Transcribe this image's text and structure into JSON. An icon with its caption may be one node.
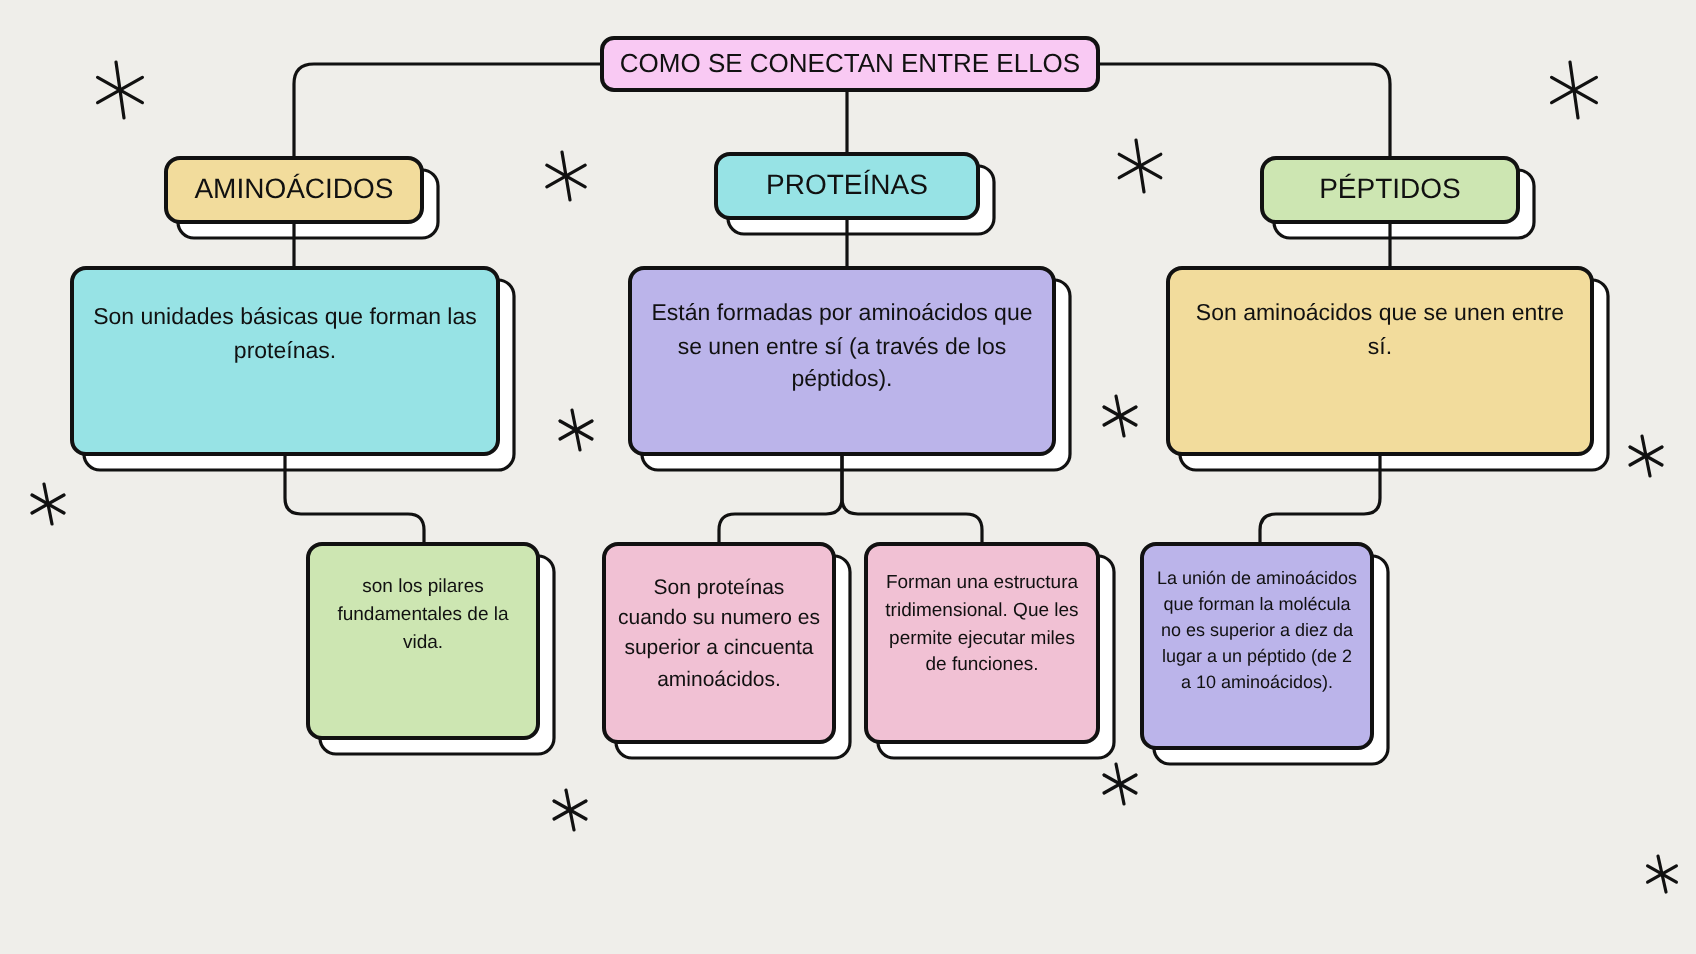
{
  "diagram": {
    "nodes": [
      {
        "text": [
          "COMO SE CONECTAN ENTRE ELLOS"
        ]
      },
      {
        "text": [
          "AMINOÁCIDOS"
        ]
      },
      {
        "text": [
          "PROTEÍNAS"
        ]
      },
      {
        "text": [
          "PÉPTIDOS"
        ]
      },
      {
        "text": [
          "Son unidades básicas que forman las proteínas."
        ]
      },
      {
        "text": [
          "Están formadas por aminoácidos que se unen entre sí (a través de los péptidos)."
        ]
      },
      {
        "text": [
          "Son aminoácidos que se unen entre sí."
        ]
      },
      {
        "text": [
          "son los pilares fundamentales de la vida."
        ]
      },
      {
        "text": [
          "Son proteínas cuando su numero es superior a cincuenta aminoácidos."
        ]
      },
      {
        "text": [
          "Forman una estructura tridimensional. Que les permite ejecutar miles de funciones."
        ]
      },
      {
        "text": [
          "La unión de aminoácidos que forman la molécula no es superior a diez da lugar a un péptido (de 2 a 10 aminoácidos)."
        ]
      }
    ],
    "edges": [
      {
        "from": 0,
        "to": 1,
        "arrow": "none"
      },
      {
        "from": 0,
        "to": 2,
        "arrow": "none"
      },
      {
        "from": 0,
        "to": 3,
        "arrow": "none"
      },
      {
        "from": 1,
        "to": 4,
        "arrow": "none"
      },
      {
        "from": 2,
        "to": 5,
        "arrow": "none"
      },
      {
        "from": 3,
        "to": 6,
        "arrow": "none"
      },
      {
        "from": 4,
        "to": 7,
        "arrow": "none"
      },
      {
        "from": 5,
        "to": 8,
        "arrow": "none"
      },
      {
        "from": 5,
        "to": 9,
        "arrow": "none"
      },
      {
        "from": 6,
        "to": 10,
        "arrow": "none"
      }
    ]
  }
}
